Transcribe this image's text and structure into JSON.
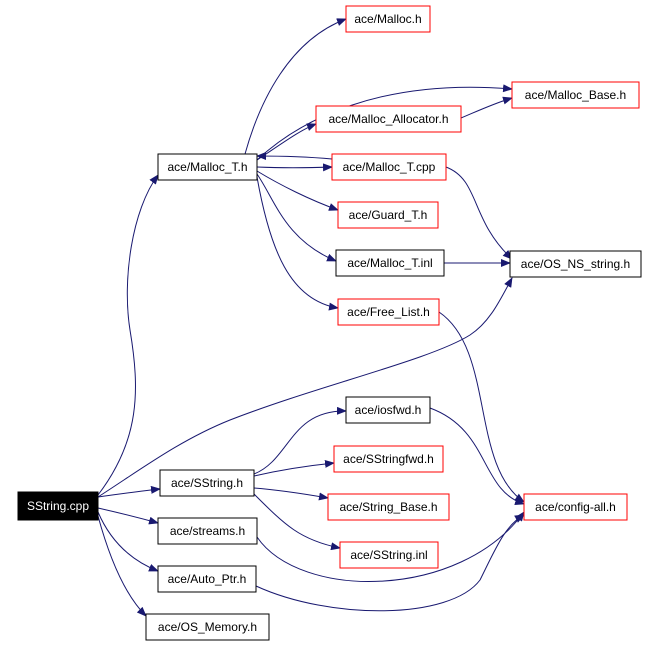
{
  "colors": {
    "edge": "#191970",
    "border_black": "#000000",
    "border_red": "#ff0000",
    "root_fill": "#000000",
    "root_text": "#ffffff",
    "text": "#000000",
    "fill": "#ffffff"
  },
  "nodes": [
    {
      "id": "sstring_cpp",
      "label": "SString.cpp",
      "kind": "root"
    },
    {
      "id": "malloc_t_h",
      "label": "ace/Malloc_T.h",
      "kind": "documented"
    },
    {
      "id": "malloc_h",
      "label": "ace/Malloc.h",
      "kind": "undocumented"
    },
    {
      "id": "malloc_base_h",
      "label": "ace/Malloc_Base.h",
      "kind": "undocumented"
    },
    {
      "id": "malloc_allocator_h",
      "label": "ace/Malloc_Allocator.h",
      "kind": "undocumented"
    },
    {
      "id": "malloc_t_cpp",
      "label": "ace/Malloc_T.cpp",
      "kind": "undocumented"
    },
    {
      "id": "guard_t_h",
      "label": "ace/Guard_T.h",
      "kind": "undocumented"
    },
    {
      "id": "malloc_t_inl",
      "label": "ace/Malloc_T.inl",
      "kind": "documented"
    },
    {
      "id": "os_ns_string_h",
      "label": "ace/OS_NS_string.h",
      "kind": "documented"
    },
    {
      "id": "free_list_h",
      "label": "ace/Free_List.h",
      "kind": "undocumented"
    },
    {
      "id": "iosfwd_h",
      "label": "ace/iosfwd.h",
      "kind": "documented"
    },
    {
      "id": "sstring_h",
      "label": "ace/SString.h",
      "kind": "documented"
    },
    {
      "id": "sstringfwd_h",
      "label": "ace/SStringfwd.h",
      "kind": "undocumented"
    },
    {
      "id": "string_base_h",
      "label": "ace/String_Base.h",
      "kind": "undocumented"
    },
    {
      "id": "config_all_h",
      "label": "ace/config-all.h",
      "kind": "undocumented"
    },
    {
      "id": "streams_h",
      "label": "ace/streams.h",
      "kind": "documented"
    },
    {
      "id": "sstring_inl",
      "label": "ace/SString.inl",
      "kind": "undocumented"
    },
    {
      "id": "auto_ptr_h",
      "label": "ace/Auto_Ptr.h",
      "kind": "documented"
    },
    {
      "id": "os_memory_h",
      "label": "ace/OS_Memory.h",
      "kind": "documented"
    }
  ],
  "edges": [
    {
      "from": "sstring_cpp",
      "to": "malloc_t_h"
    },
    {
      "from": "sstring_cpp",
      "to": "os_ns_string_h"
    },
    {
      "from": "sstring_cpp",
      "to": "sstring_h"
    },
    {
      "from": "sstring_cpp",
      "to": "streams_h"
    },
    {
      "from": "sstring_cpp",
      "to": "auto_ptr_h"
    },
    {
      "from": "sstring_cpp",
      "to": "os_memory_h"
    },
    {
      "from": "malloc_t_h",
      "to": "malloc_h"
    },
    {
      "from": "malloc_t_h",
      "to": "malloc_base_h"
    },
    {
      "from": "malloc_t_h",
      "to": "malloc_allocator_h"
    },
    {
      "from": "malloc_t_h",
      "to": "malloc_t_cpp"
    },
    {
      "from": "malloc_t_h",
      "to": "guard_t_h"
    },
    {
      "from": "malloc_t_h",
      "to": "malloc_t_inl"
    },
    {
      "from": "malloc_t_h",
      "to": "free_list_h"
    },
    {
      "from": "malloc_allocator_h",
      "to": "malloc_base_h"
    },
    {
      "from": "malloc_t_cpp",
      "to": "malloc_t_h"
    },
    {
      "from": "malloc_t_cpp",
      "to": "os_ns_string_h"
    },
    {
      "from": "malloc_t_inl",
      "to": "os_ns_string_h"
    },
    {
      "from": "free_list_h",
      "to": "config_all_h"
    },
    {
      "from": "sstring_h",
      "to": "iosfwd_h"
    },
    {
      "from": "sstring_h",
      "to": "sstringfwd_h"
    },
    {
      "from": "sstring_h",
      "to": "string_base_h"
    },
    {
      "from": "sstring_h",
      "to": "sstring_inl"
    },
    {
      "from": "iosfwd_h",
      "to": "config_all_h"
    },
    {
      "from": "streams_h",
      "to": "config_all_h"
    },
    {
      "from": "auto_ptr_h",
      "to": "config_all_h"
    }
  ]
}
